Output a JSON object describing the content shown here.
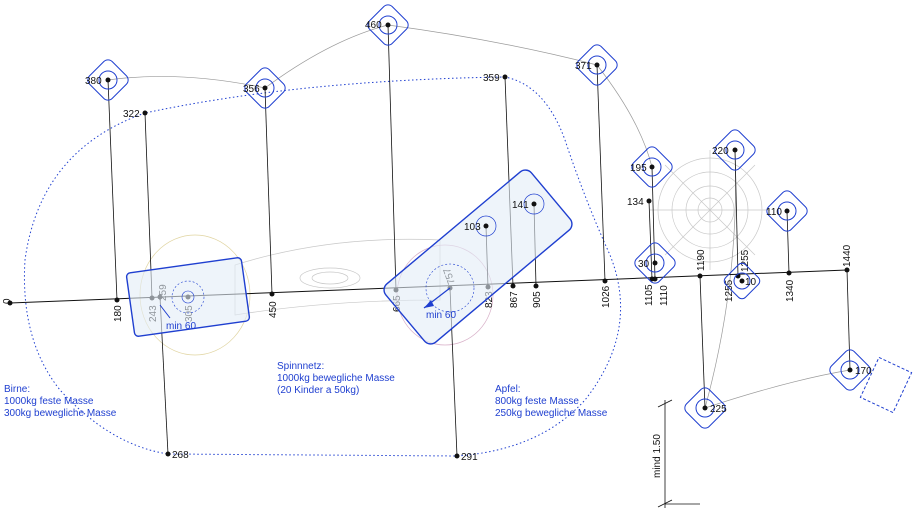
{
  "diagram": {
    "axis_label": "0",
    "axis_stations": [
      "180",
      "259",
      "243",
      "305",
      "450",
      "665",
      "757",
      "823",
      "867",
      "905",
      "1026",
      "1105",
      "1110",
      "1190",
      "1255",
      "1255",
      "1340",
      "1440"
    ],
    "anchor_points": [
      "380",
      "356",
      "460",
      "359",
      "371",
      "322",
      "195",
      "220",
      "134",
      "110",
      "141",
      "103",
      "30",
      "10",
      "170",
      "225",
      "268",
      "291"
    ],
    "dim_min_60_left": "min 60",
    "dim_min_60_mid": "min 60",
    "dim_min_150": "mind 1.50",
    "notes": {
      "birne_title": "Birne:",
      "birne_line1": "1000kg feste Masse",
      "birne_line2": "300kg bewegliche Masse",
      "spinn_title": "Spinnnetz:",
      "spinn_line1": "1000kg bewegliche Masse",
      "spinn_line2": "(20 Kinder a 50kg)",
      "apfel_title": "Apfel:",
      "apfel_line1": "800kg feste Masse",
      "apfel_line2": "250kg bewegliche Masse"
    }
  },
  "colors": {
    "blue": "#1f3fd0",
    "line": "#111111",
    "grey": "#9a9a9a"
  }
}
